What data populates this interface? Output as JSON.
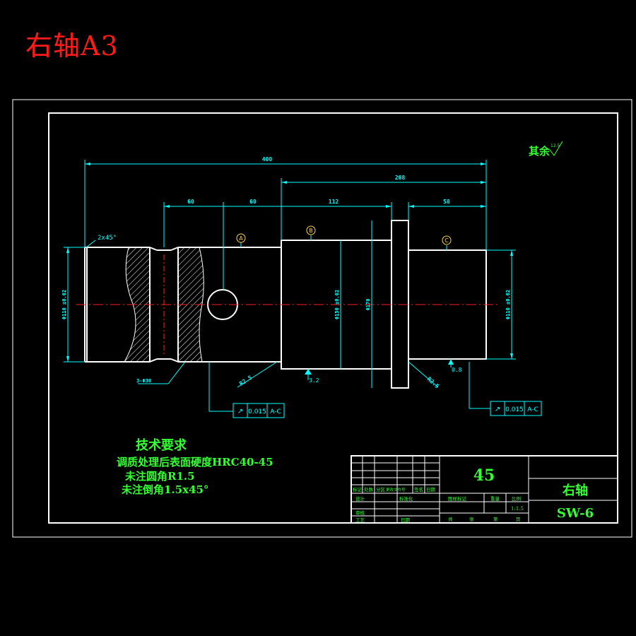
{
  "title": "右轴A3",
  "colors": {
    "outline": "#ffffff",
    "dimension": "#00ffff",
    "note": "#33ff33",
    "center": "#ff2020",
    "title": "#ff1a1a",
    "tolerance": "#00ffff"
  },
  "surface_note": {
    "text": "其余",
    "value": "12.5"
  },
  "dimensions": {
    "overall": "400",
    "right_section": "208",
    "seg_a": "60",
    "seg_b": "60",
    "seg_c": "112",
    "seg_d": "58",
    "chamfer": "2x45°",
    "dia_left": "Φ110 ±0.02",
    "dia_mid": "Φ150 ±0.02",
    "dia_flange": "Φ170",
    "dia_right": "Φ110 ±0.02",
    "bore": "3-Φ30",
    "fillet_left": "R2.5",
    "fillet_right": "R2.5",
    "rough_left": "3.2",
    "rough_right": "0.8"
  },
  "datums": [
    "A",
    "B",
    "C"
  ],
  "tolerance_frames": [
    {
      "symbol": "↗",
      "value": "0.015",
      "datum": "A-C"
    },
    {
      "symbol": "↗",
      "value": "0.015",
      "datum": "A-C"
    }
  ],
  "requirements": {
    "heading": "技术要求",
    "items": [
      "调质处理后表面硬度HRC40-45",
      "未注圆角R1.5",
      "未注倒角1.5x45°"
    ]
  },
  "title_block": {
    "material": "45",
    "part_name": "右轴",
    "drawing_no": "SW-6",
    "scale": "1:1.5",
    "row_labels": [
      "标记",
      "处数",
      "分区",
      "更改文件号",
      "签名",
      "日期"
    ],
    "left_labels": [
      "设计",
      "标准化",
      "审核",
      "工艺",
      "日期"
    ],
    "stage_labels": [
      "图样标记",
      "重量",
      "比例"
    ],
    "sheet_labels": [
      "共",
      "张",
      "第",
      "页"
    ]
  }
}
